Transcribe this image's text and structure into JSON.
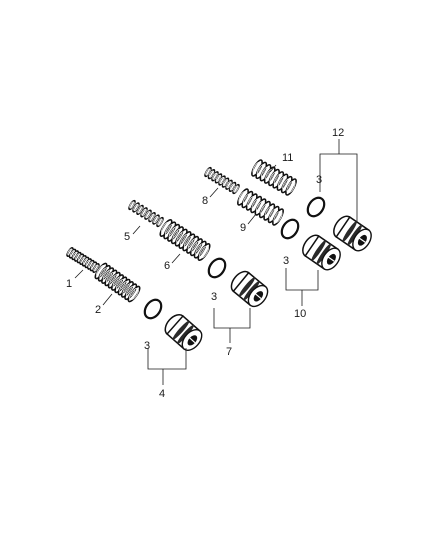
{
  "callouts": {
    "c1": "1",
    "c2": "2",
    "c3a": "3",
    "c3b": "3",
    "c3c": "3",
    "c3d": "3",
    "c4": "4",
    "c5": "5",
    "c6": "6",
    "c7": "7",
    "c8": "8",
    "c9": "9",
    "c10": "10",
    "c11": "11",
    "c12": "12"
  },
  "parts": {
    "springs": [
      {
        "id": "1",
        "coils": 11
      },
      {
        "id": "2",
        "coils": 11
      },
      {
        "id": "5",
        "coils": 8
      },
      {
        "id": "6",
        "coils": 11
      },
      {
        "id": "8",
        "coils": 9
      },
      {
        "id": "9",
        "coils": 9
      },
      {
        "id": "11",
        "coils": 9
      }
    ],
    "seal_rings": [
      "3",
      "3",
      "3",
      "3"
    ],
    "pistons": [
      "4",
      "7",
      "10",
      "12"
    ]
  }
}
